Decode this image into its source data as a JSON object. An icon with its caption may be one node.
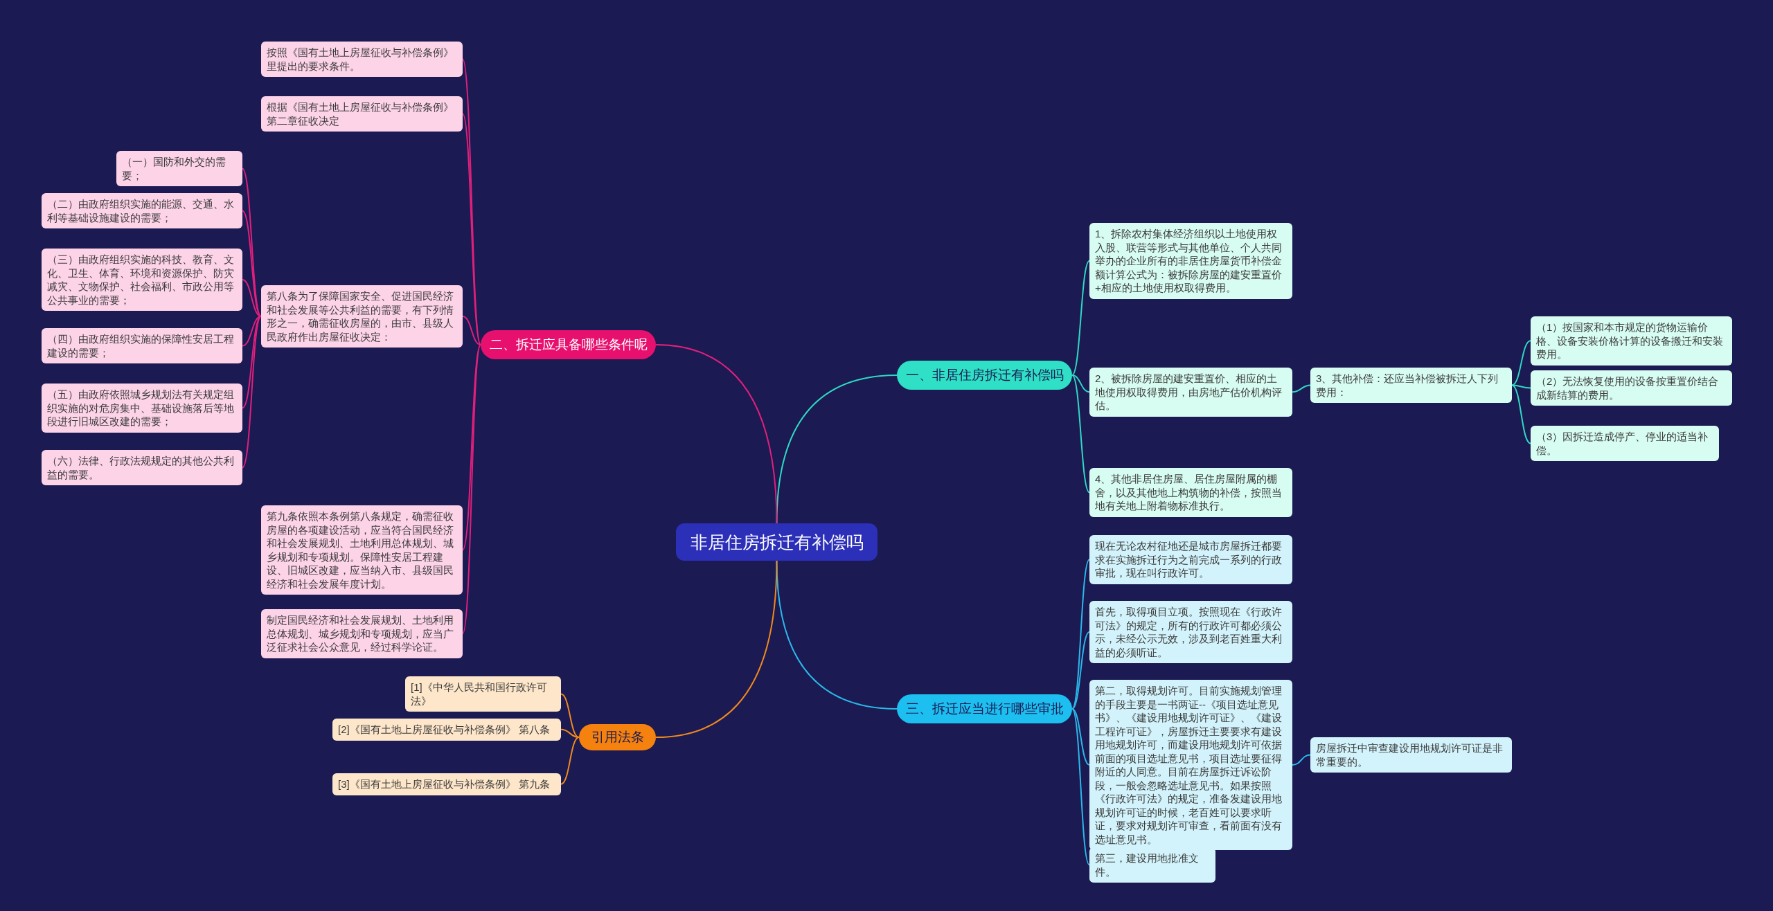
{
  "diagram": {
    "nodes": [
      {
        "text": [
          "非居住房拆迁有补偿吗"
        ]
      },
      {
        "text": [
          "一、非居住房拆迁有补偿吗"
        ]
      },
      {
        "text": [
          "1、拆除农村集体经济组织以土地使用权入股、联营等形式与其他单位、个人共同举办的企业所有的非居住房屋货币补偿金额计算公式为：被拆除房屋的建安重置价+相应的土地使用权取得费用。"
        ]
      },
      {
        "text": [
          "2、被拆除房屋的建安重置价、相应的土地使用权取得费用，由房地产估价机构评估。"
        ]
      },
      {
        "text": [
          "3、其他补偿：还应当补偿被拆迁人下列费用："
        ]
      },
      {
        "text": [
          "（1）按国家和本市规定的货物运输价格、设备安装价格计算的设备搬迁和安装费用。"
        ]
      },
      {
        "text": [
          "（2）无法恢复使用的设备按重置价结合成新结算的费用。"
        ]
      },
      {
        "text": [
          "（3）因拆迁造成停产、停业的适当补偿。"
        ]
      },
      {
        "text": [
          "4、其他非居住房屋、居住房屋附属的棚舍，以及其他地上构筑物的补偿，按照当地有关地上附着物标准执行。"
        ]
      },
      {
        "text": [
          "三、拆迁应当进行哪些审批"
        ]
      },
      {
        "text": [
          "现在无论农村征地还是城市房屋拆迁都要求在实施拆迁行为之前完成一系列的行政审批，现在叫行政许可。"
        ]
      },
      {
        "text": [
          "首先，取得项目立项。按照现在《行政许可法》的规定，所有的行政许可都必须公示，未经公示无效，涉及到老百姓重大利益的必须听证。"
        ]
      },
      {
        "text": [
          "第二，取得规划许可。目前实施规划管理的手段主要是一书两证--《项目选址意见书》、《建设用地规划许可证》、《建设工程许可证》，房屋拆迁主要要求有建设用地规划许可，而建设用地规划许可依据前面的项目选址意见书，项目选址要征得附近的人同意。目前在房屋拆迁诉讼阶段，一般会忽略选址意见书。如果按照《行政许可法》的规定，准备发建设用地规划许可证的时候，老百姓可以要求听证，要求对规划许可审查，看前面有没有选址意见书。"
        ]
      },
      {
        "text": [
          "房屋拆迁中审查建设用地规划许可证是非常重要的。"
        ]
      },
      {
        "text": [
          "第三，建设用地批准文件。"
        ]
      },
      {
        "text": [
          "二、拆迁应具备哪些条件呢"
        ]
      },
      {
        "text": [
          "按照《国有土地上房屋征收与补偿条例》里提出的要求条件。"
        ]
      },
      {
        "text": [
          "根据《国有土地上房屋征收与补偿条例》第二章征收决定"
        ]
      },
      {
        "text": [
          "第八条为了保障国家安全、促进国民经济和社会发展等公共利益的需要，有下列情形之一，确需征收房屋的，由市、县级人民政府作出房屋征收决定："
        ]
      },
      {
        "text": [
          "（一）国防和外交的需要；"
        ]
      },
      {
        "text": [
          "（二）由政府组织实施的能源、交通、水利等基础设施建设的需要；"
        ]
      },
      {
        "text": [
          "（三）由政府组织实施的科技、教育、文化、卫生、体育、环境和资源保护、防灾减灾、文物保护、社会福利、市政公用等公共事业的需要；"
        ]
      },
      {
        "text": [
          "（四）由政府组织实施的保障性安居工程建设的需要；"
        ]
      },
      {
        "text": [
          "（五）由政府依照城乡规划法有关规定组织实施的对危房集中、基础设施落后等地段进行旧城区改建的需要；"
        ]
      },
      {
        "text": [
          "（六）法律、行政法规规定的其他公共利益的需要。"
        ]
      },
      {
        "text": [
          "第九条依照本条例第八条规定，确需征收房屋的各项建设活动，应当符合国民经济和社会发展规划、土地利用总体规划、城乡规划和专项规划。保障性安居工程建设、旧城区改建，应当纳入市、县级国民经济和社会发展年度计划。"
        ]
      },
      {
        "text": [
          "制定国民经济和社会发展规划、土地利用总体规划、城乡规划和专项规划，应当广泛征求社会公众意见，经过科学论证。"
        ]
      },
      {
        "text": [
          "引用法条"
        ]
      },
      {
        "text": [
          "[1]《中华人民共和国行政许可法》"
        ]
      },
      {
        "text": [
          "[2]《国有土地上房屋征收与补偿条例》 第八条"
        ]
      },
      {
        "text": [
          "[3]《国有土地上房屋征收与补偿条例》 第九条"
        ]
      }
    ],
    "edges": [
      {
        "from": 0,
        "to": 1,
        "arrow": "none",
        "color": "#2fd9c3"
      },
      {
        "from": 1,
        "to": 2,
        "arrow": "none",
        "color": "#2fd9c3"
      },
      {
        "from": 1,
        "to": 3,
        "arrow": "none",
        "color": "#2fd9c3"
      },
      {
        "from": 3,
        "to": 4,
        "arrow": "none",
        "color": "#2fd9c3"
      },
      {
        "from": 4,
        "to": 5,
        "arrow": "none",
        "color": "#2fd9c3"
      },
      {
        "from": 4,
        "to": 6,
        "arrow": "none",
        "color": "#2fd9c3"
      },
      {
        "from": 4,
        "to": 7,
        "arrow": "none",
        "color": "#2fd9c3"
      },
      {
        "from": 1,
        "to": 8,
        "arrow": "none",
        "color": "#2fd9c3"
      },
      {
        "from": 0,
        "to": 9,
        "arrow": "none",
        "color": "#2bb8ea"
      },
      {
        "from": 9,
        "to": 10,
        "arrow": "none",
        "color": "#2bb8ea"
      },
      {
        "from": 9,
        "to": 11,
        "arrow": "none",
        "color": "#2bb8ea"
      },
      {
        "from": 9,
        "to": 12,
        "arrow": "none",
        "color": "#2bb8ea"
      },
      {
        "from": 12,
        "to": 13,
        "arrow": "none",
        "color": "#2bb8ea"
      },
      {
        "from": 9,
        "to": 14,
        "arrow": "none",
        "color": "#2bb8ea"
      },
      {
        "from": 0,
        "to": 15,
        "arrow": "none"
      },
      {
        "from": 15,
        "to": 16,
        "arrow": "none"
      },
      {
        "from": 15,
        "to": 17,
        "arrow": "none"
      },
      {
        "from": 15,
        "to": 18,
        "arrow": "none"
      },
      {
        "from": 18,
        "to": 19,
        "arrow": "none"
      },
      {
        "from": 18,
        "to": 20,
        "arrow": "none"
      },
      {
        "from": 18,
        "to": 21,
        "arrow": "none"
      },
      {
        "from": 18,
        "to": 22,
        "arrow": "none"
      },
      {
        "from": 18,
        "to": 23,
        "arrow": "none"
      },
      {
        "from": 18,
        "to": 24,
        "arrow": "none"
      },
      {
        "from": 15,
        "to": 25,
        "arrow": "none"
      },
      {
        "from": 15,
        "to": 26,
        "arrow": "none"
      },
      {
        "from": 0,
        "to": 27,
        "arrow": "none",
        "color": "#f0891e"
      },
      {
        "from": 27,
        "to": 28,
        "arrow": "none",
        "color": "#f0891e"
      },
      {
        "from": 27,
        "to": 29,
        "arrow": "none",
        "color": "#f0891e"
      },
      {
        "from": 27,
        "to": 30,
        "arrow": "none",
        "color": "#f0891e"
      }
    ]
  }
}
